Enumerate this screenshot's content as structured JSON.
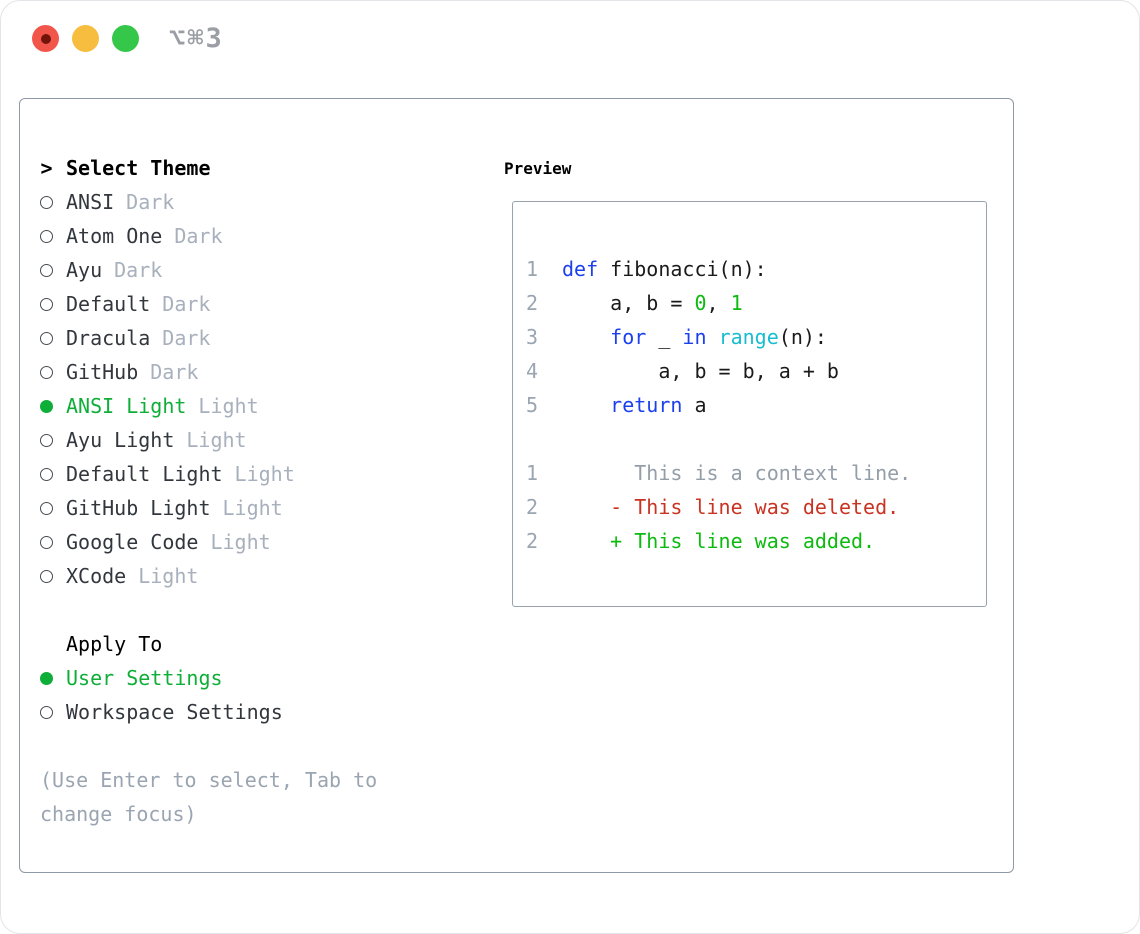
{
  "window": {
    "title": "⌥⌘3"
  },
  "theme_panel": {
    "prompt": ">",
    "title": "Select Theme",
    "items": [
      {
        "label": "ANSI",
        "variant": "Dark",
        "selected": false
      },
      {
        "label": "Atom One",
        "variant": "Dark",
        "selected": false
      },
      {
        "label": "Ayu",
        "variant": "Dark",
        "selected": false
      },
      {
        "label": "Default",
        "variant": "Dark",
        "selected": false
      },
      {
        "label": "Dracula",
        "variant": "Dark",
        "selected": false
      },
      {
        "label": "GitHub",
        "variant": "Dark",
        "selected": false
      },
      {
        "label": "ANSI Light",
        "variant": "Light",
        "selected": true
      },
      {
        "label": "Ayu Light",
        "variant": "Light",
        "selected": false
      },
      {
        "label": "Default Light",
        "variant": "Light",
        "selected": false
      },
      {
        "label": "GitHub Light",
        "variant": "Light",
        "selected": false
      },
      {
        "label": "Google Code",
        "variant": "Light",
        "selected": false
      },
      {
        "label": "XCode",
        "variant": "Light",
        "selected": false
      }
    ]
  },
  "apply_panel": {
    "title": "Apply To",
    "items": [
      {
        "label": "User Settings",
        "selected": true
      },
      {
        "label": "Workspace Settings",
        "selected": false
      }
    ]
  },
  "help": {
    "line1": "(Use Enter to select, Tab to",
    "line2": "change focus)"
  },
  "preview": {
    "title": "Preview",
    "code_lines": [
      {
        "num": "1",
        "segments": [
          {
            "text": "def",
            "color": "#1c40ee"
          },
          {
            "text": " fibonacci(n):",
            "color": "#1a1a1a"
          }
        ]
      },
      {
        "num": "2",
        "segments": [
          {
            "text": "    a, b = ",
            "color": "#1a1a1a"
          },
          {
            "text": "0",
            "color": "#0dbb10"
          },
          {
            "text": ", ",
            "color": "#1a1a1a"
          },
          {
            "text": "1",
            "color": "#0dbb10"
          }
        ]
      },
      {
        "num": "3",
        "segments": [
          {
            "text": "    ",
            "color": "#1a1a1a"
          },
          {
            "text": "for",
            "color": "#1c40ee"
          },
          {
            "text": " _ ",
            "color": "#1a1a1a"
          },
          {
            "text": "in",
            "color": "#1c40ee"
          },
          {
            "text": " ",
            "color": "#1a1a1a"
          },
          {
            "text": "range",
            "color": "#18bdd1"
          },
          {
            "text": "(n):",
            "color": "#1a1a1a"
          }
        ]
      },
      {
        "num": "4",
        "segments": [
          {
            "text": "        a, b = b, a + b",
            "color": "#1a1a1a"
          }
        ]
      },
      {
        "num": "5",
        "segments": [
          {
            "text": "    ",
            "color": "#1a1a1a"
          },
          {
            "text": "return",
            "color": "#1c40ee"
          },
          {
            "text": " a",
            "color": "#1a1a1a"
          }
        ]
      },
      {
        "num": "",
        "segments": []
      },
      {
        "num": "1",
        "segments": [
          {
            "text": "      This is a context line.",
            "color": "#949ea9"
          }
        ]
      },
      {
        "num": "2",
        "segments": [
          {
            "text": "    ",
            "color": "#1a1a1a"
          },
          {
            "text": "- This line was deleted.",
            "color": "#c93422"
          }
        ]
      },
      {
        "num": "2",
        "segments": [
          {
            "text": "    ",
            "color": "#1a1a1a"
          },
          {
            "text": "+ This line was added.",
            "color": "#0dbb10"
          }
        ]
      }
    ]
  },
  "colors": {
    "accent_green": "#0fae38",
    "code_keyword": "#1c40ee",
    "code_builtin": "#18bdd1",
    "code_literal": "#0dbb10",
    "diff_deleted": "#c93422",
    "diff_added": "#0dbb10",
    "muted_gray": "#9aa5b1",
    "traffic_red": "#f2564b",
    "traffic_yellow": "#f7bd3f",
    "traffic_green": "#34c74a",
    "panel_border": "#8f99a7"
  }
}
